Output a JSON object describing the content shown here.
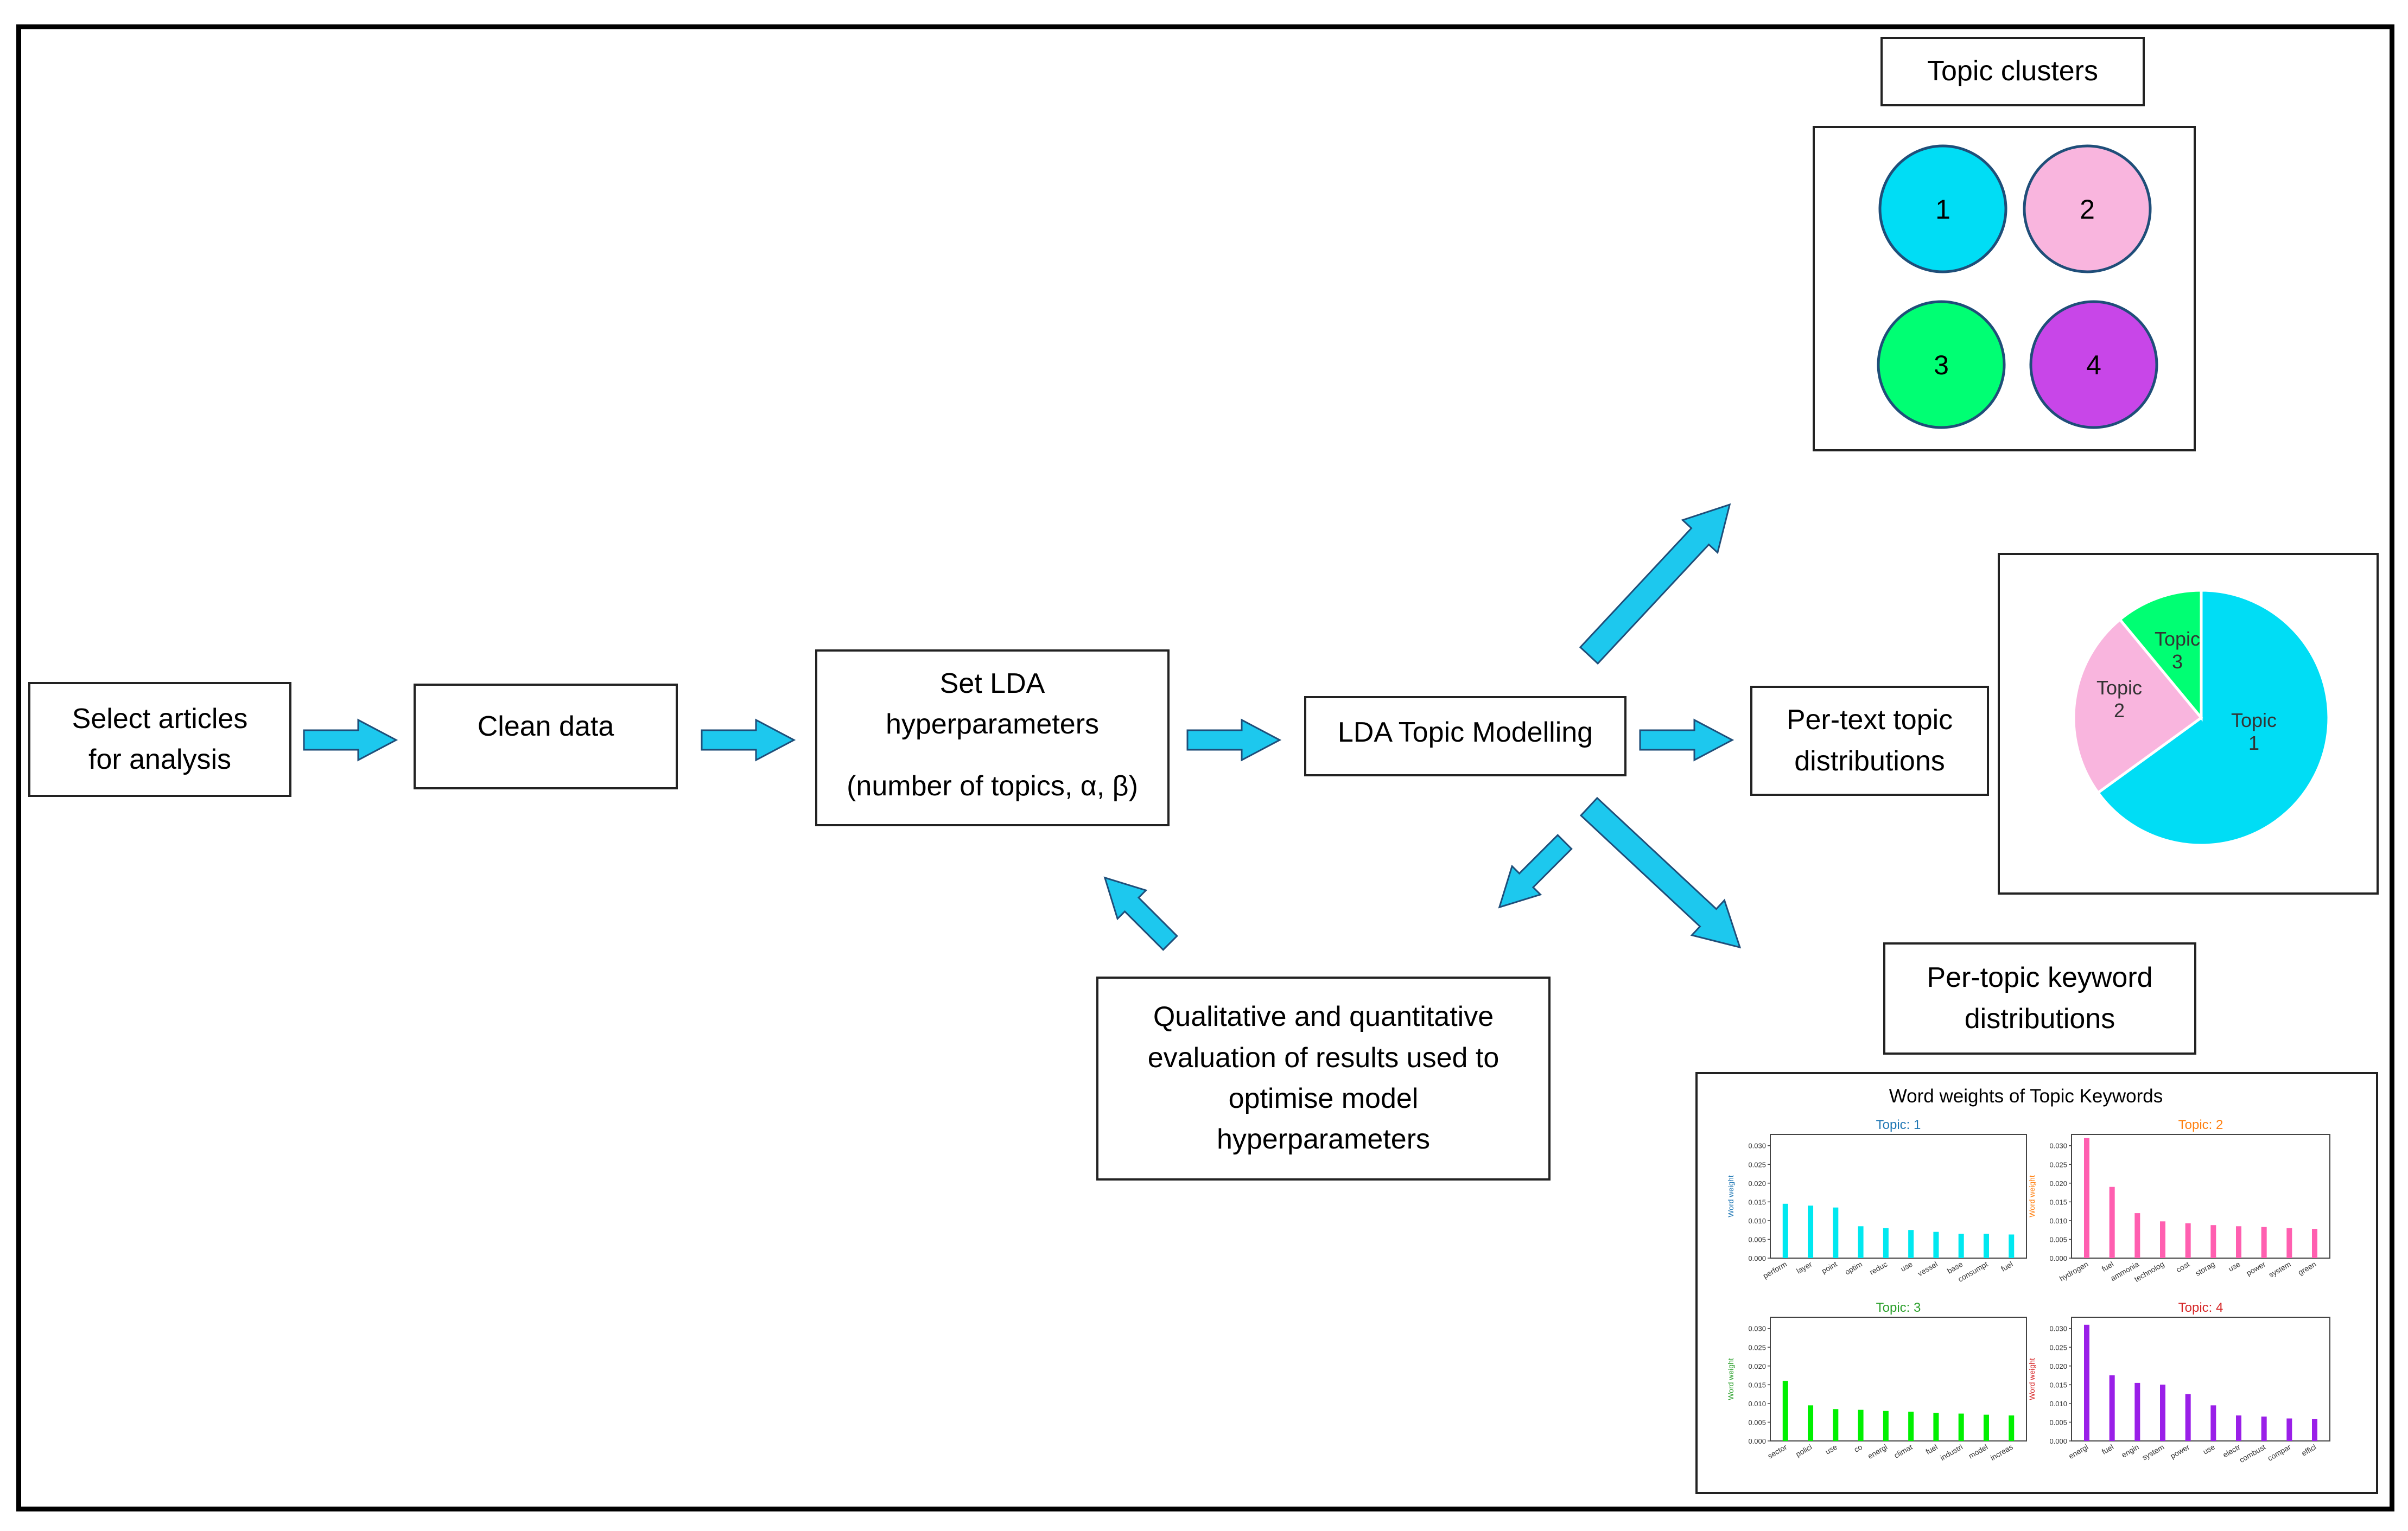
{
  "flow": {
    "select_line1": "Select articles",
    "select_line2": "for analysis",
    "clean": "Clean data",
    "set_line1": "Set LDA",
    "set_line2": "hyperparameters",
    "set_line3": "(number of topics, α, β)",
    "lda": "LDA Topic Modelling",
    "eval_line1": "Qualitative and quantitative",
    "eval_line2": "evaluation of results used to",
    "eval_line3": "optimise model",
    "eval_line4": "hyperparameters",
    "pertext_line1": "Per-text topic",
    "pertext_line2": "distributions",
    "clusters_title": "Topic clusters",
    "perkeyword_line1": "Per-topic keyword",
    "perkeyword_line2": "distributions"
  },
  "clusters": [
    {
      "label": "1",
      "color": "#00DDF5"
    },
    {
      "label": "2",
      "color": "#F9B5DE"
    },
    {
      "label": "3",
      "color": "#00FF73"
    },
    {
      "label": "4",
      "color": "#C846E8"
    }
  ],
  "pie": {
    "slices": [
      {
        "label_line1": "Topic",
        "label_line2": "1",
        "value": 0.65,
        "color": "#00DDF5"
      },
      {
        "label_line1": "Topic",
        "label_line2": "2",
        "value": 0.24,
        "color": "#F9B5DE"
      },
      {
        "label_line1": "Topic",
        "label_line2": "3",
        "value": 0.11,
        "color": "#00FF73"
      }
    ]
  },
  "chart_data": {
    "type": "bar",
    "title": "Word weights of Topic Keywords",
    "ylabel": "Word weight",
    "ylim": [
      0,
      0.033
    ],
    "yticks": [
      "0.000",
      "0.005",
      "0.010",
      "0.015",
      "0.020",
      "0.025",
      "0.030"
    ],
    "panels": [
      {
        "title": "Topic: 1",
        "title_color": "#1F77B4",
        "color": "#00E8F0",
        "categories": [
          "perform",
          "layer",
          "point",
          "optim",
          "reduc",
          "use",
          "vessel",
          "base",
          "consumpt",
          "fuel"
        ],
        "values": [
          0.0145,
          0.014,
          0.0135,
          0.0085,
          0.008,
          0.0075,
          0.007,
          0.0065,
          0.0065,
          0.0063
        ]
      },
      {
        "title": "Topic: 2",
        "title_color": "#FF7F0E",
        "color": "#FF5FB0",
        "categories": [
          "hydrogen",
          "fuel",
          "ammonia",
          "technolog",
          "cost",
          "storag",
          "use",
          "power",
          "system",
          "green"
        ],
        "values": [
          0.032,
          0.019,
          0.012,
          0.0098,
          0.0093,
          0.0088,
          0.0085,
          0.0083,
          0.008,
          0.0078
        ]
      },
      {
        "title": "Topic: 3",
        "title_color": "#2CA02C",
        "color": "#00F000",
        "categories": [
          "sector",
          "polici",
          "use",
          "co",
          "energi",
          "climat",
          "fuel",
          "industri",
          "model",
          "increas"
        ],
        "values": [
          0.016,
          0.0095,
          0.0085,
          0.0083,
          0.008,
          0.0078,
          0.0075,
          0.0073,
          0.007,
          0.0068
        ]
      },
      {
        "title": "Topic: 4",
        "title_color": "#D62728",
        "color": "#9A1FE8",
        "categories": [
          "energi",
          "fuel",
          "engin",
          "system",
          "power",
          "use",
          "electr",
          "combust",
          "compar",
          "effici"
        ],
        "values": [
          0.031,
          0.0175,
          0.0155,
          0.015,
          0.0125,
          0.0095,
          0.0068,
          0.0065,
          0.006,
          0.0058
        ]
      }
    ]
  }
}
